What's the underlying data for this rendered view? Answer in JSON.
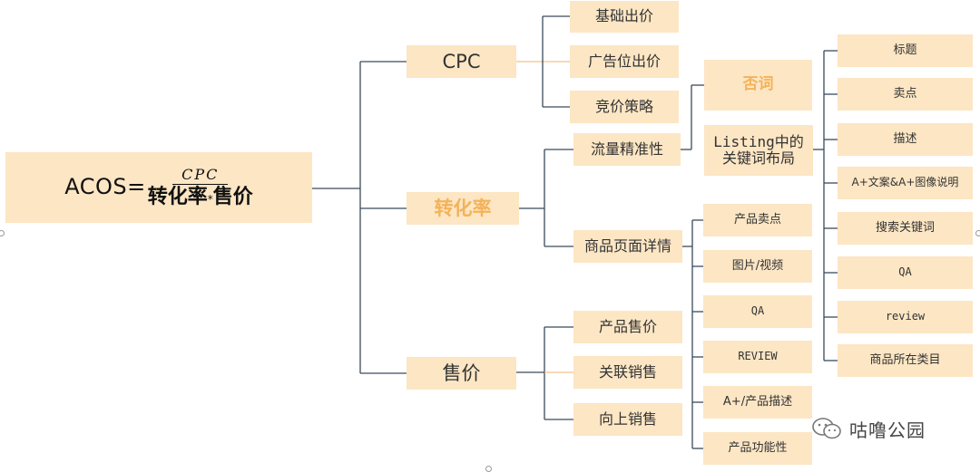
{
  "root": {
    "lhs": "ACOS=",
    "numerator": "CPC",
    "denominator_left": "转化率",
    "operator": "*",
    "denominator_right": "售价"
  },
  "level1": {
    "cpc": "CPC",
    "conversion": "转化率",
    "price": "售价"
  },
  "cpc_children": [
    "基础出价",
    "广告位出价",
    "竞价策略"
  ],
  "conversion_children": [
    "流量精准性",
    "商品页面详情"
  ],
  "price_children": [
    "产品售价",
    "关联销售",
    "向上销售"
  ],
  "traffic_children": [
    "否词",
    "Listing中的 关键词布局"
  ],
  "keyword_layout_children": [
    "标题",
    "卖点",
    "描述",
    "A+文案&A+图像说明",
    "搜索关键词",
    "QA",
    "review",
    "商品所在类目"
  ],
  "detail_children": [
    "产品卖点",
    "图片/视频",
    "QA",
    "REVIEW",
    "A+/产品描述",
    "产品功能性"
  ],
  "watermark": {
    "text": "咕噜公园",
    "icon": "wechat-icon"
  },
  "colors": {
    "node_fill": "#fce6c4",
    "connector": "#3a4a5a",
    "highlight_text": "#f4b25a",
    "accent_line": "#f6b26b"
  }
}
